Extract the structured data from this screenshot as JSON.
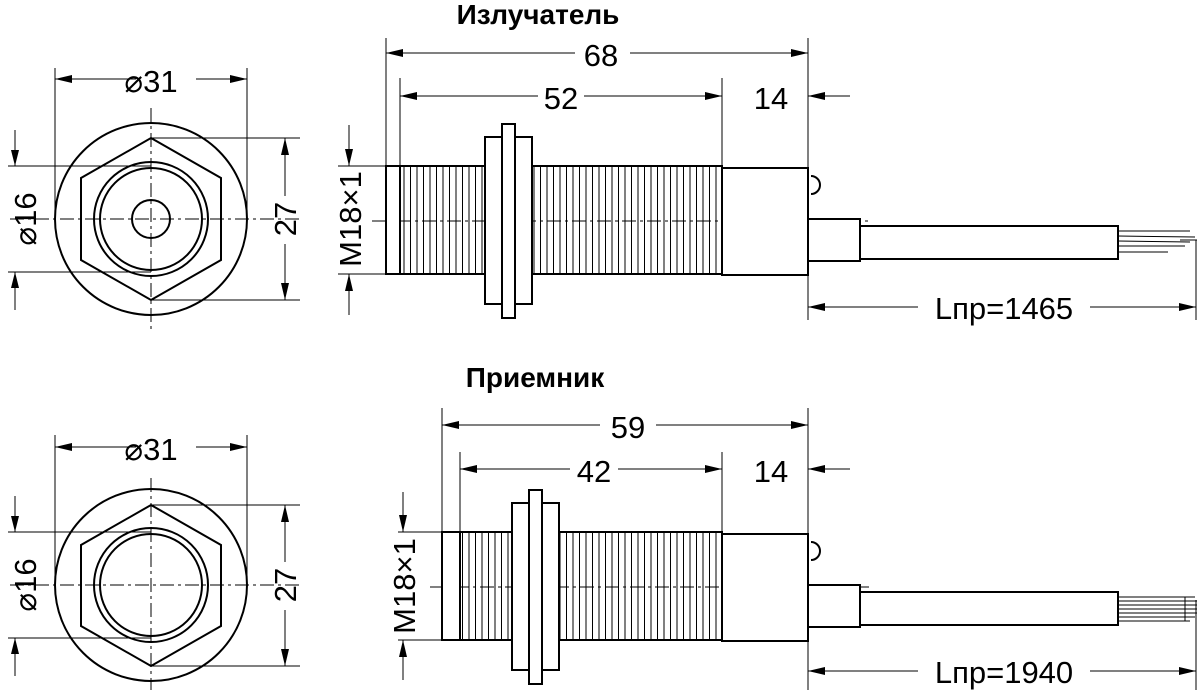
{
  "emitter": {
    "title": "Излучатель",
    "overall_length": "68",
    "thread_length": "52",
    "housing_length": "14",
    "thread_spec": "M18×1",
    "cable_length": "Lпр=1465",
    "outer_diameter": "⌀31",
    "lens_diameter": "⌀16",
    "nut_across_flats": "27"
  },
  "receiver": {
    "title": "Приемник",
    "overall_length": "59",
    "thread_length": "42",
    "housing_length": "14",
    "thread_spec": "M18×1",
    "cable_length": "Lпр=1940",
    "outer_diameter": "⌀31",
    "lens_diameter": "⌀16",
    "nut_across_flats": "27"
  }
}
